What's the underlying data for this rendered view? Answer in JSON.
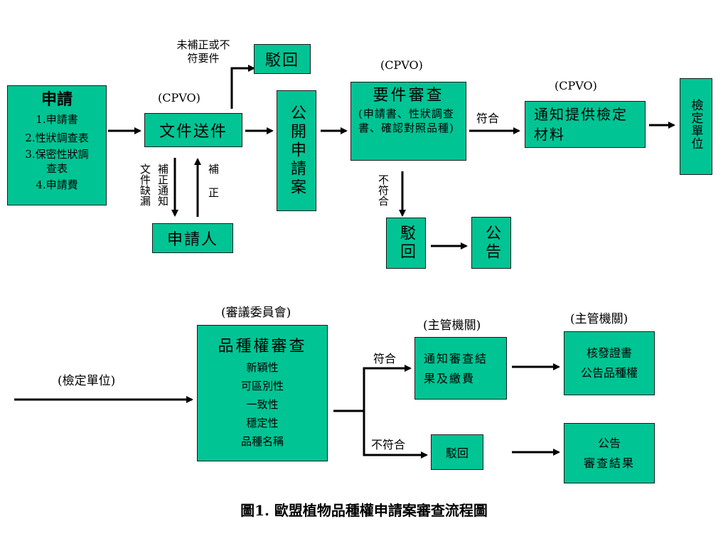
{
  "colors": {
    "box_fill": "#00c494",
    "box_border": "#1a1a1a",
    "line": "#000000"
  },
  "nodes": {
    "application": {
      "title": "申請",
      "items": [
        "1.申請書",
        "2.性狀調查表",
        "3.保密性狀調",
        "查表",
        "4.申請費"
      ]
    },
    "doc_delivery": {
      "label": "文件送件",
      "org": "(CPVO)"
    },
    "reject_top": {
      "label": "駁回"
    },
    "public_case": {
      "label": "公開申請案"
    },
    "formal_review": {
      "title": "要件審查",
      "sub": "(申請書、性狀調查書、確認對照品種)",
      "org": "(CPVO)"
    },
    "notify_materials": {
      "label": "通知提供檢定材料",
      "org": "(CPVO)"
    },
    "testing_unit": {
      "label": "檢定單位"
    },
    "reject_mid": {
      "label": "駁回"
    },
    "announce_mid": {
      "label": "公告"
    },
    "applicant": {
      "label": "申請人"
    },
    "variety_review": {
      "title": "品種權審查",
      "items": [
        "新穎性",
        "可區別性",
        "一致性",
        "穩定性",
        "品種名稱"
      ],
      "org": "(審議委員會)"
    },
    "notify_result": {
      "label": "通知審查結果及繳費",
      "org": "(主管機關)"
    },
    "issue_cert": {
      "line1": "核發證書",
      "line2": "公告品種權",
      "org": "(主管機關)"
    },
    "reject_bottom": {
      "label": "駁回"
    },
    "announce_result": {
      "line1": "公告",
      "line2": "審查結果"
    },
    "testing_unit_input": {
      "label": "(檢定單位)"
    }
  },
  "edge_labels": {
    "not_corrected": "未補正或不符要件",
    "missing_docs": "文件缺漏",
    "correction_notice": "補正通知",
    "correction": "補正",
    "conform_top": "符合",
    "not_conform_mid": "不符合",
    "conform_bottom": "符合",
    "not_conform_bottom": "不符合"
  },
  "caption": "圖1. 歐盟植物品種權申請案審查流程圖"
}
